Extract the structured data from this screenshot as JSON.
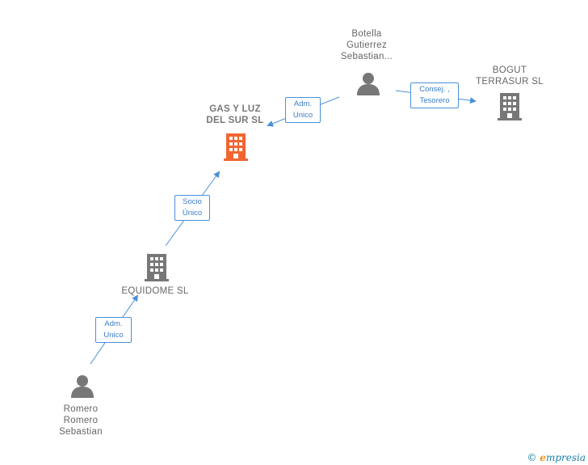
{
  "nodes": {
    "gas": {
      "label": "GAS Y LUZ\nDEL SUR  SL",
      "type": "company",
      "color": "#f26531"
    },
    "bogut": {
      "label": "BOGUT\nTERRASUR  SL",
      "type": "company",
      "color": "#777777"
    },
    "equidome": {
      "label": "EQUIDOME  SL",
      "type": "company",
      "color": "#777777"
    },
    "botella": {
      "label": "Botella\nGutierrez\nSebastian...",
      "type": "person",
      "color": "#777777"
    },
    "romero": {
      "label": "Romero\nRomero\nSebastian",
      "type": "person",
      "color": "#777777"
    }
  },
  "edges": {
    "botella_gas": {
      "label": "Adm.\nUnico"
    },
    "botella_bogut": {
      "label": "Consej. ,\nTesorero"
    },
    "equidome_gas": {
      "label": "Socio\nÚnico"
    },
    "romero_equidome": {
      "label": "Adm.\nUnico"
    }
  },
  "footer": {
    "copyright": "©",
    "brand_e": "e",
    "brand_rest": "mpresia"
  },
  "colors": {
    "edge": "#4a90d9",
    "accent": "#f26531",
    "neutral": "#777777"
  }
}
